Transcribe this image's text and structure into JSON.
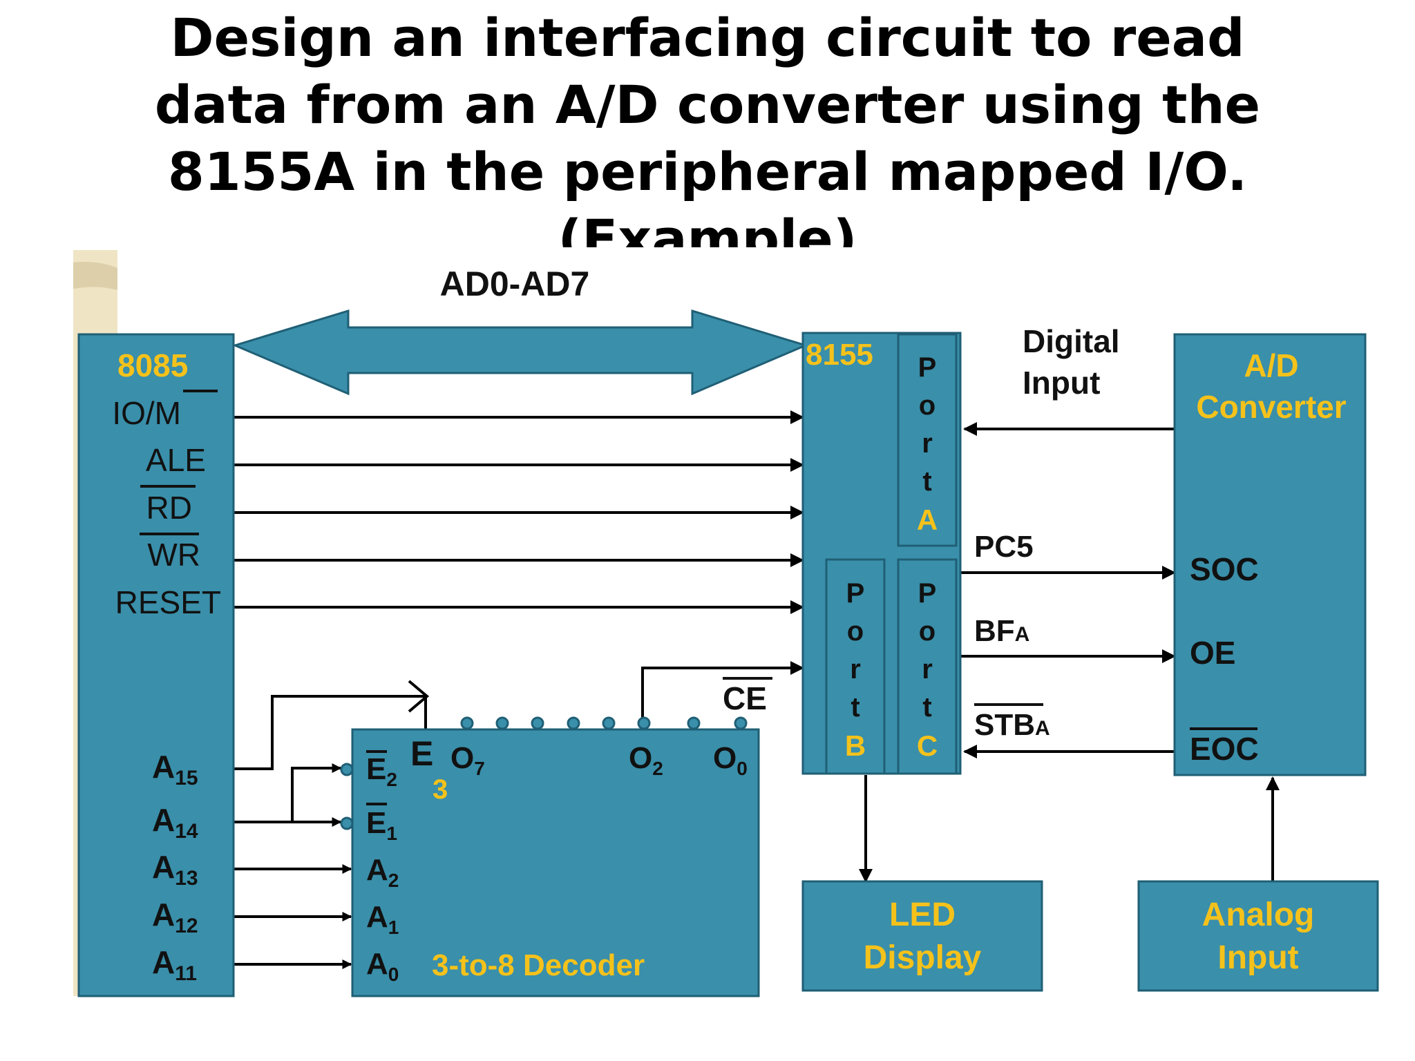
{
  "title": {
    "lines": [
      "Design an interfacing circuit to read",
      "data from an A/D converter using the",
      "8155A in the peripheral mapped I/O.",
      "(Example)"
    ]
  },
  "colors": {
    "block_fill": "#3A8FAA",
    "block_stroke": "#1F5F75",
    "label_yellow": "#F5C21B",
    "label_dark": "#111111",
    "wire": "#000000"
  },
  "bus": {
    "label": "AD0-AD7"
  },
  "cpu": {
    "name": "8085",
    "signals": [
      "IO/M",
      "ALE",
      "RD",
      "WR",
      "RESET"
    ],
    "address": [
      {
        "base": "A",
        "sub": "15"
      },
      {
        "base": "A",
        "sub": "14"
      },
      {
        "base": "A",
        "sub": "13"
      },
      {
        "base": "A",
        "sub": "12"
      },
      {
        "base": "A",
        "sub": "11"
      }
    ]
  },
  "ppi": {
    "name": "8155",
    "port_a": {
      "letters": [
        "P",
        "o",
        "r",
        "t"
      ],
      "id": "A"
    },
    "port_b": {
      "letters": [
        "P",
        "o",
        "r",
        "t"
      ],
      "id": "B"
    },
    "port_c": {
      "letters": [
        "P",
        "o",
        "r",
        "t"
      ],
      "id": "C"
    },
    "ce": "CE"
  },
  "adc": {
    "line1": "A/D",
    "line2": "Converter",
    "pins": [
      "SOC",
      "OE",
      "EOC"
    ],
    "digital_input": [
      "Digital",
      "Input"
    ]
  },
  "wires": {
    "pc5": "PC5",
    "bf": {
      "base": "BF",
      "sub": "A"
    },
    "stb": {
      "base": "STB",
      "sub": "A"
    }
  },
  "decoder": {
    "name": "3-to-8 Decoder",
    "outputs": [
      {
        "base": "O",
        "sub": "7"
      },
      {
        "base": "O",
        "sub": "2"
      },
      {
        "base": "O",
        "sub": "0"
      }
    ],
    "enables": [
      {
        "base": "E",
        "sub": "2"
      },
      {
        "base": "E",
        "sub": "1"
      }
    ],
    "selects": [
      {
        "base": "A",
        "sub": "2"
      },
      {
        "base": "A",
        "sub": "1"
      },
      {
        "base": "A",
        "sub": "0"
      }
    ],
    "enable3": {
      "base": "E",
      "sub": "3"
    }
  },
  "led": {
    "line1": "LED",
    "line2": "Display"
  },
  "analog": {
    "line1": "Analog",
    "line2": "Input"
  }
}
